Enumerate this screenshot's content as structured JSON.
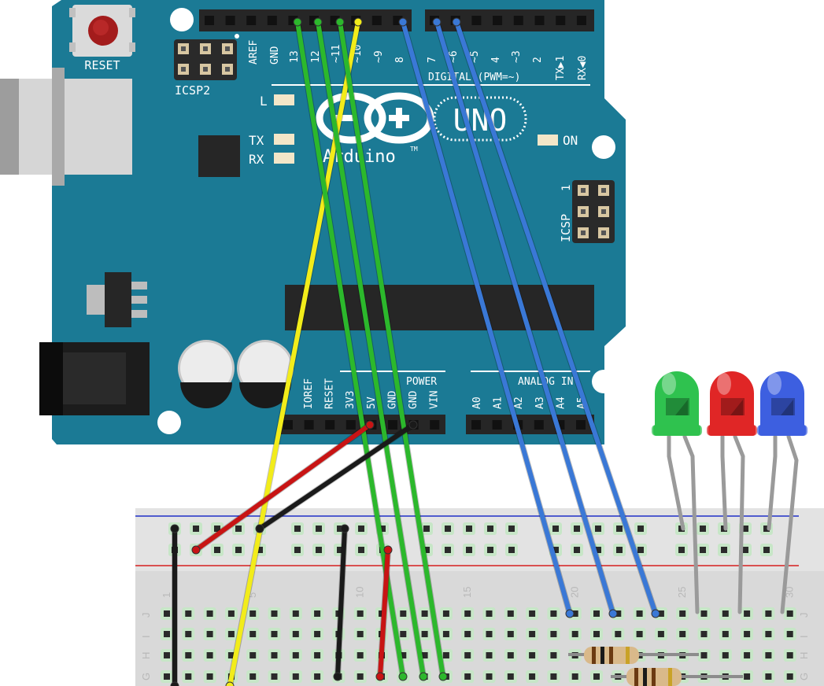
{
  "board": {
    "reset_label": "RESET",
    "icsp2_label": "ICSP2",
    "icsp_label": "ICSP",
    "icsp_pin1": "1",
    "aref_label": "AREF",
    "gnd_label": "GND",
    "digital_pins": [
      "13",
      "12",
      "~11",
      "~10",
      "~9",
      "8",
      "7",
      "~6",
      "~5",
      "4",
      "~3",
      "2",
      "TX▶1",
      "RX◀0"
    ],
    "digital_label": "DIGITAL (PWM=~)",
    "led_l": "L",
    "led_tx": "TX",
    "led_rx": "RX",
    "led_on": "ON",
    "logo_word": "Arduino",
    "tm": "TM",
    "uno_label": "UNO",
    "power_label": "POWER",
    "power_pins": [
      "IOREF",
      "RESET",
      "3V3",
      "5V",
      "GND",
      "GND",
      "VIN"
    ],
    "analog_label": "ANALOG IN",
    "analog_pins": [
      "A0",
      "A1",
      "A2",
      "A3",
      "A4",
      "A5"
    ],
    "board_color": "#1b7a95"
  },
  "breadboard": {
    "row_letters_left": [
      "J",
      "I",
      "H",
      "G"
    ],
    "row_letters_right": [
      "J",
      "I",
      "H",
      "G"
    ],
    "column_numbers": [
      "1",
      "5",
      "10",
      "15",
      "20",
      "25",
      "30"
    ],
    "rail_positive_color": "#d62020",
    "rail_negative_color": "#2030c8"
  },
  "leds": [
    {
      "name": "green-led",
      "color": "#2fc24f"
    },
    {
      "name": "red-led",
      "color": "#e02626"
    },
    {
      "name": "blue-led",
      "color": "#3d5fe0"
    }
  ],
  "wire_colors": {
    "green": "#2cb82c",
    "yellow": "#f2ec1a",
    "blue": "#3a78d6",
    "red": "#c81414",
    "black": "#1a1a1a"
  },
  "resistor_count": 2
}
